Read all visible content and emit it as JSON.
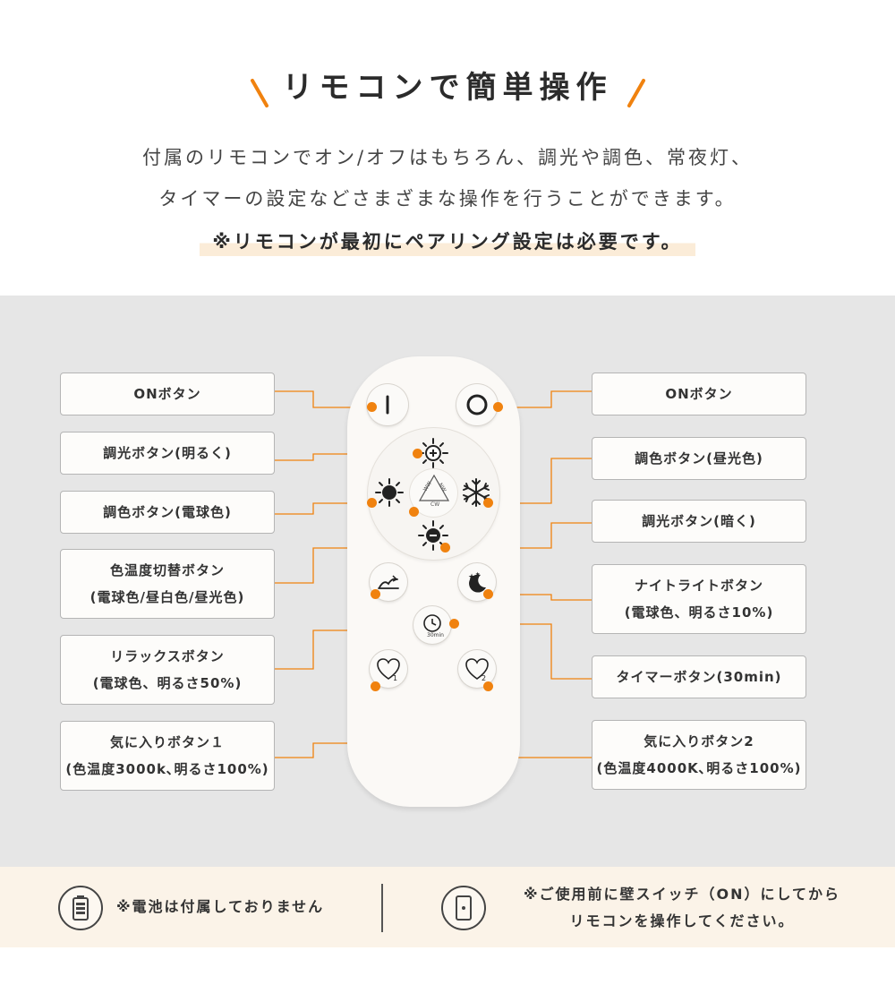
{
  "header": {
    "title": "リモコンで簡単操作",
    "desc_line1": "付属のリモコンでオン/オフはもちろん、調光や調色、常夜灯、",
    "desc_line2": "タイマーの設定などさまざまな操作を行うことができます。",
    "note": "※リモコンが最初にペアリング設定は必要です。"
  },
  "callouts_left": [
    {
      "line1": "ONボタン",
      "line2": ""
    },
    {
      "line1": "調光ボタン(明るく)",
      "line2": ""
    },
    {
      "line1": "調色ボタン(電球色)",
      "line2": ""
    },
    {
      "line1": "色温度切替ボタン",
      "line2": "(電球色/昼白色/昼光色)"
    },
    {
      "line1": "リラックスボタン",
      "line2": "(電球色、明るさ50%)"
    },
    {
      "line1": "気に入りボタン１",
      "line2": "(色温度3000k､明るさ100%)"
    }
  ],
  "callouts_right": [
    {
      "line1": "ONボタン",
      "line2": ""
    },
    {
      "line1": "調色ボタン(昼光色)",
      "line2": ""
    },
    {
      "line1": "調光ボタン(暗く)",
      "line2": ""
    },
    {
      "line1": "ナイトライトボタン",
      "line2": "(電球色、明るさ10%)"
    },
    {
      "line1": "タイマーボタン(30min)",
      "line2": ""
    },
    {
      "line1": "気に入りボタン2",
      "line2": "(色温度4000K､明るさ100%)"
    }
  ],
  "remote": {
    "cycle_labels": [
      "WW",
      "NW",
      "CW"
    ],
    "timer_label": "30min",
    "fav1_label": "1",
    "fav2_label": "2"
  },
  "footer": {
    "battery_text": "※電池は付属しておりません",
    "switch_line1": "※ご使用前に壁スイッチ（ON）にしてから",
    "switch_line2": "リモコンを操作してください。"
  },
  "colors": {
    "accent": "#f0820f",
    "panel_bg": "#e6e6e6",
    "footer_bg": "#fbf3e8",
    "note_highlight": "#fbecd8"
  },
  "icons": [
    "slash-accent-icon",
    "power-on-icon",
    "power-off-icon",
    "brightness-up-icon",
    "warm-color-icon",
    "cycle-triangle-icon",
    "cool-color-icon",
    "brightness-down-icon",
    "relax-icon",
    "night-light-icon",
    "timer-icon",
    "favorite-heart-icon",
    "battery-icon",
    "wall-switch-icon"
  ]
}
